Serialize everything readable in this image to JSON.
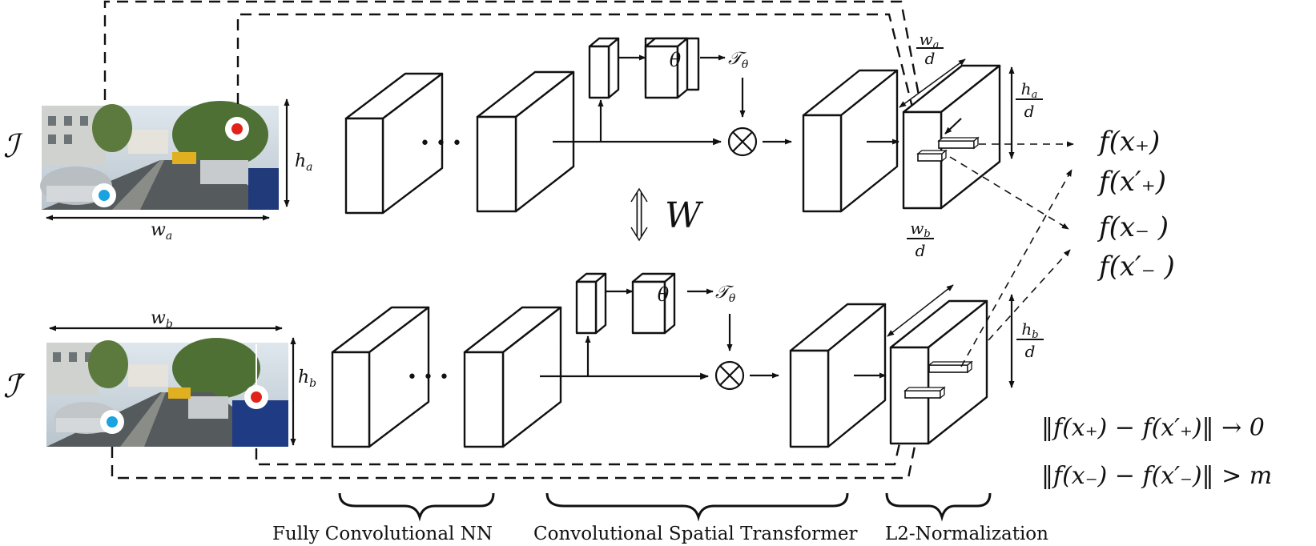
{
  "inputs": {
    "image_a_symbol": "ℐ",
    "image_b_symbol": "ℐ′",
    "width_a": "w",
    "width_a_sub": "a",
    "height_a": "h",
    "height_a_sub": "a",
    "width_b": "w",
    "width_b_sub": "b",
    "height_b": "h",
    "height_b_sub": "b"
  },
  "network": {
    "theta": "θ",
    "transform": "𝒯",
    "transform_sub": "θ",
    "weight_sharing": "W",
    "ellipsis": "• • •"
  },
  "normalization": {
    "wa_over_d_num": "w",
    "wa_over_d_sub": "a",
    "wa_over_d_den": "d",
    "ha_over_d_num": "h",
    "ha_over_d_sub": "a",
    "ha_over_d_den": "d",
    "wb_over_d_num": "w",
    "wb_over_d_sub": "b",
    "wb_over_d_den": "d",
    "hb_over_d_num": "h",
    "hb_over_d_sub": "b",
    "hb_over_d_den": "d"
  },
  "features": [
    "f(x₊)",
    "f(x′₊)",
    "f(x₋ )",
    "f(x′₋ )"
  ],
  "losses": [
    "‖f(x₊) − f(x′₊)‖ → 0",
    "‖f(x₋) − f(x′₋)‖ > m"
  ],
  "stages": [
    "Fully Convolutional NN",
    "Convolutional Spatial Transformer",
    "L2-Normalization"
  ],
  "colors": {
    "positive_point": "#e2231a",
    "negative_point": "#1aa3e0",
    "ink": "#111111"
  }
}
